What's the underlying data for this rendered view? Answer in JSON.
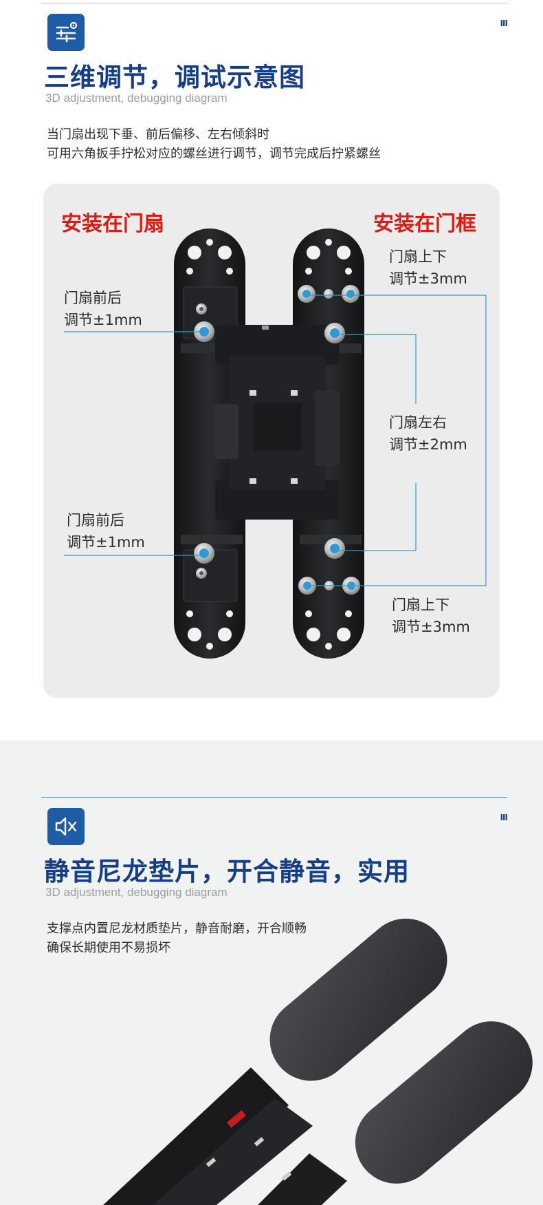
{
  "section1": {
    "icon": "sliders-icon",
    "bars": "III",
    "title": "三维调节，调试示意图",
    "subtitle": "3D adjustment, debugging diagram",
    "desc_line1": "当门扇出现下垂、前后偏移、左右倾斜时",
    "desc_line2": "可用六角扳手拧松对应的螺丝进行调节，调节完成后拧紧螺丝",
    "label_left": "安装在门扇",
    "label_right": "安装在门框",
    "callouts": {
      "left_top": {
        "l1": "门扇前后",
        "l2": "调节±1mm"
      },
      "left_bottom": {
        "l1": "门扇前后",
        "l2": "调节±1mm"
      },
      "right_top": {
        "l1": "门扇上下",
        "l2": "调节±3mm"
      },
      "right_middle": {
        "l1": "门扇左右",
        "l2": "调节±2mm"
      },
      "right_bottom": {
        "l1": "门扇上下",
        "l2": "调节±3mm"
      }
    }
  },
  "section2": {
    "icon": "speaker-mute-icon",
    "bars": "III",
    "title": "静音尼龙垫片，开合静音，实用",
    "subtitle": "3D adjustment, debugging diagram",
    "desc_line1": "支撑点内置尼龙材质垫片，静音耐磨，开合顺畅",
    "desc_line2": "确保长期使用不易损坏"
  },
  "colors": {
    "brand_blue": "#1f5ca6",
    "title_blue": "#163e86",
    "label_red": "#dd1b12",
    "leader_line": "#2f9ad6",
    "hinge_black": "#1b1b1d"
  }
}
